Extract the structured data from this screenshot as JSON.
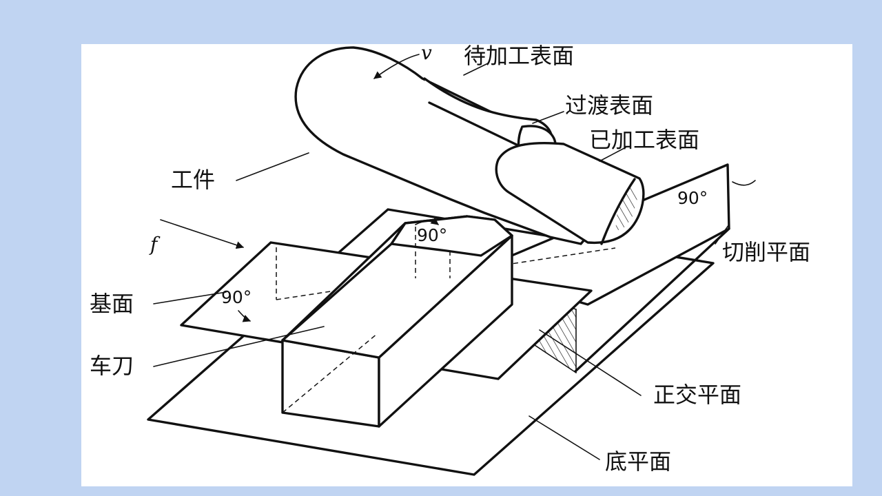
{
  "labels": {
    "velocity": "v",
    "feed": "f",
    "unmachined_surface": "待加工表面",
    "transition_surface": "过渡表面",
    "machined_surface": "已加工表面",
    "workpiece": "工件",
    "cutting_plane": "切削平面",
    "base_plane": "基面",
    "turning_tool": "车刀",
    "orthogonal_plane": "正交平面",
    "bottom_plane": "底平面"
  },
  "angles": {
    "base_angle": "90°",
    "orthogonal_angle": "90°",
    "cutting_angle": "90°"
  }
}
